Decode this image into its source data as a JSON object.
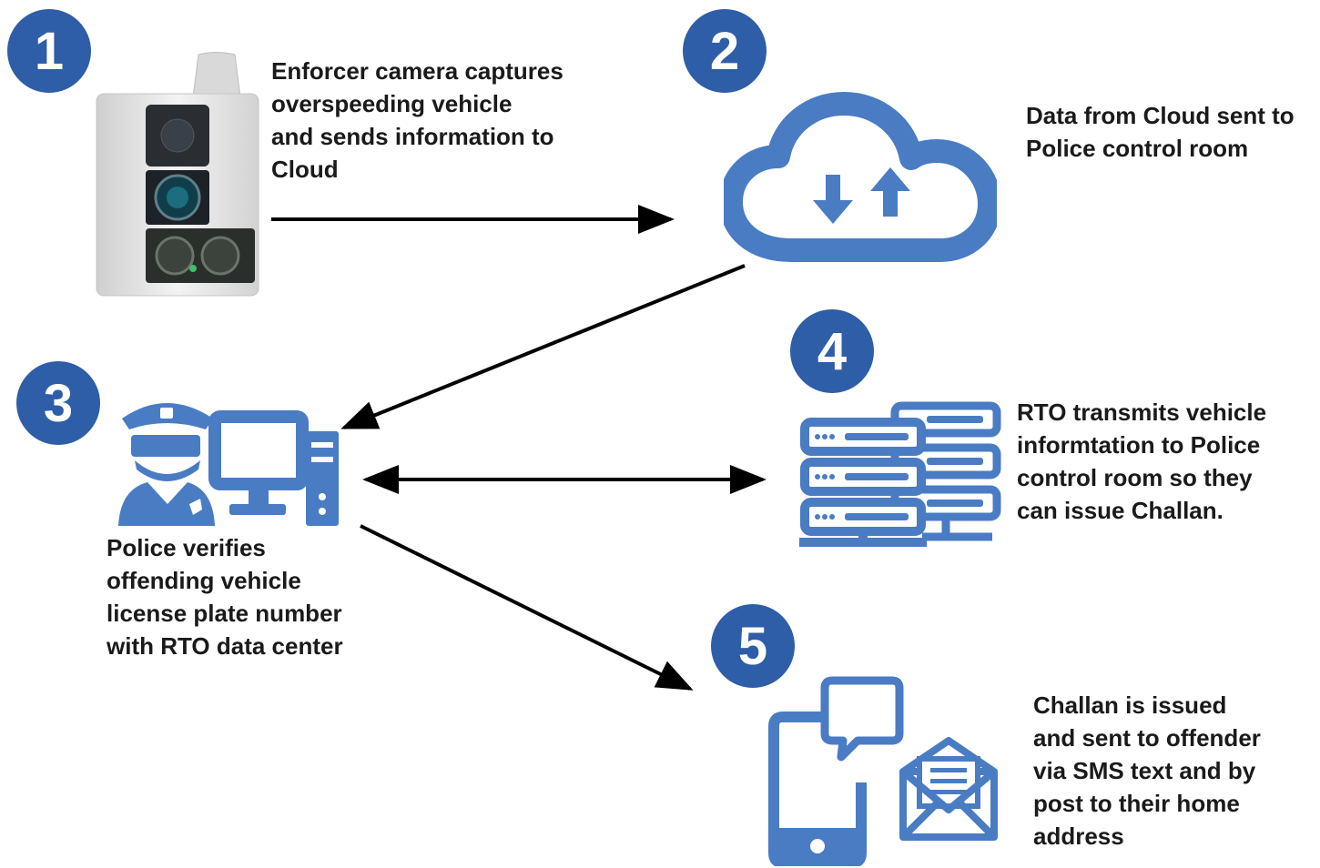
{
  "colors": {
    "accent": "#2f5ea8",
    "icon": "#4a7cc4",
    "text": "#1a1a1a",
    "arrow": "#000000"
  },
  "steps": [
    {
      "number": "1",
      "icon": "enforcer-camera-icon",
      "text": "Enforcer camera captures\noverspeeding vehicle\nand sends information to\nCloud"
    },
    {
      "number": "2",
      "icon": "cloud-sync-icon",
      "text": "Data from Cloud sent to\nPolice control room"
    },
    {
      "number": "3",
      "icon": "police-computer-icon",
      "text": "Police verifies\noffending vehicle\nlicense plate number\nwith RTO data center"
    },
    {
      "number": "4",
      "icon": "server-rack-icon",
      "text": "RTO transmits vehicle\ninformtation to Police\ncontrol room so they\ncan issue Challan."
    },
    {
      "number": "5",
      "icon": "phone-mail-icon",
      "text": "Challan is issued\nand sent to offender\nvia SMS text and by\npost to their home\naddress"
    }
  ]
}
